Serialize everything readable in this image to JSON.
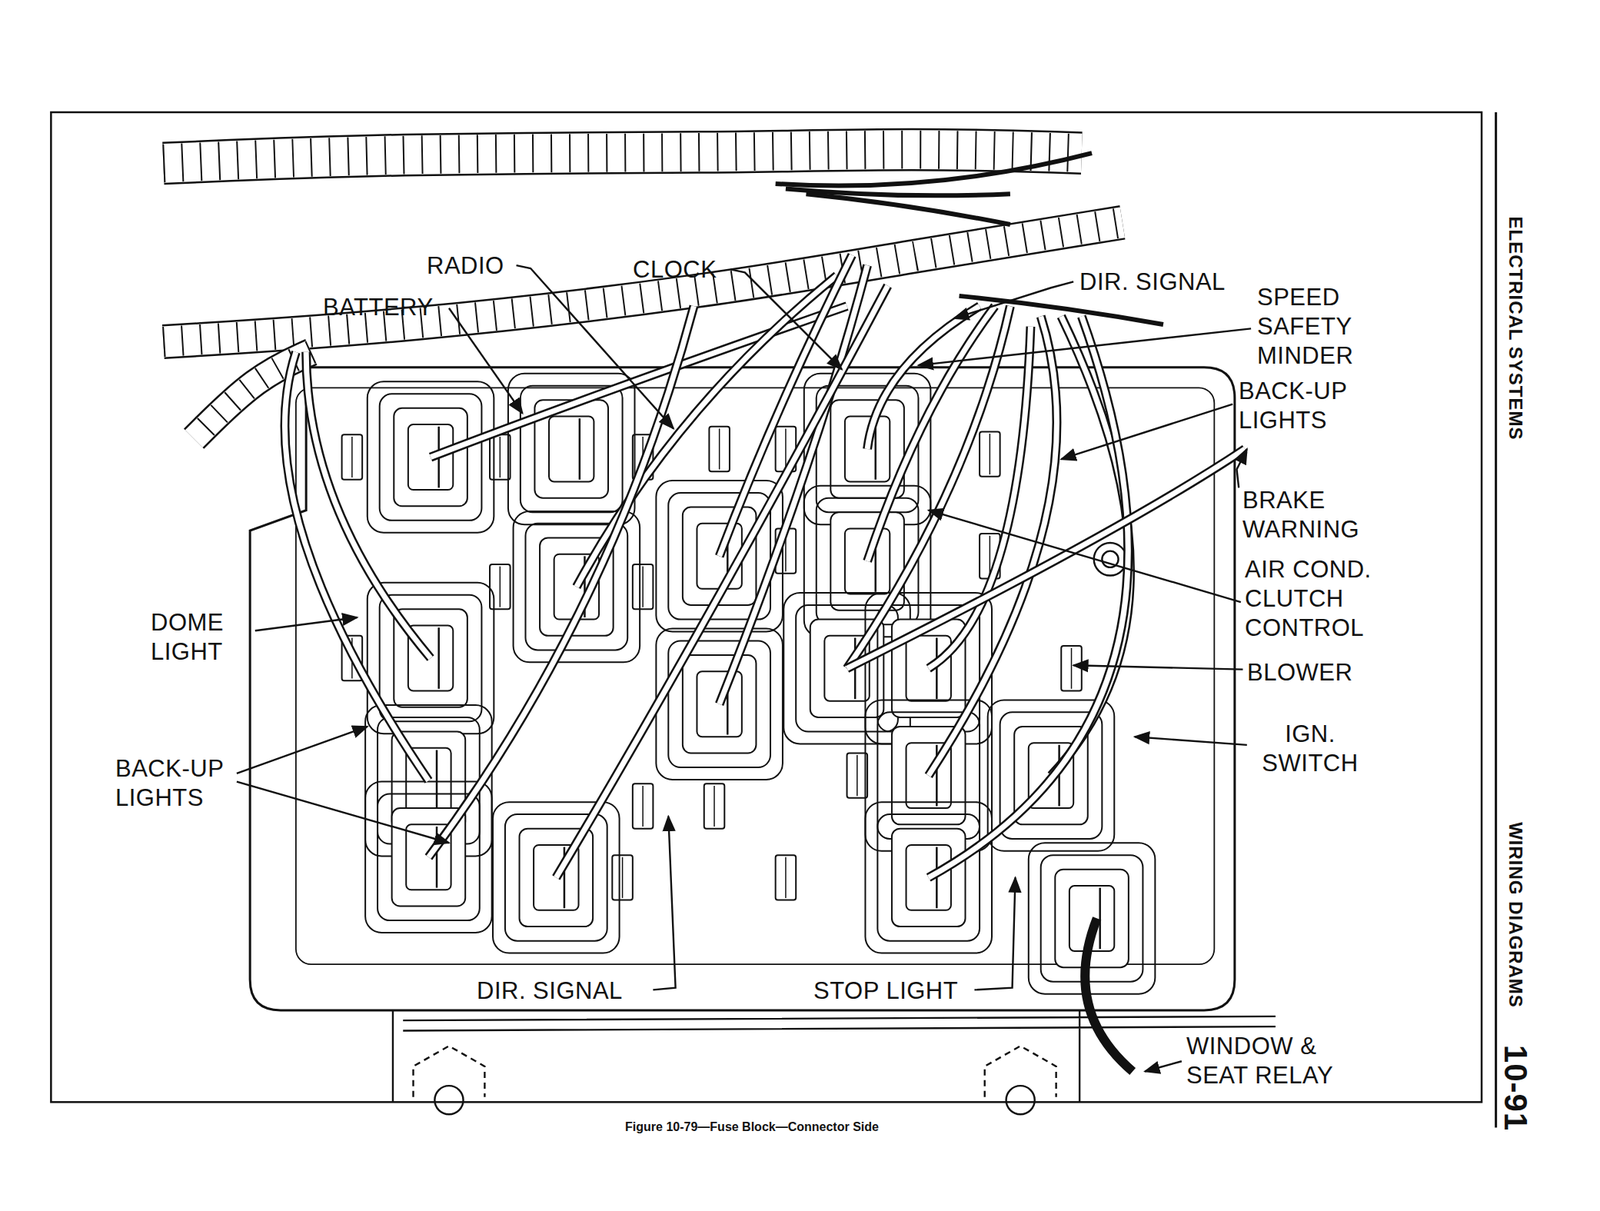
{
  "diagram": {
    "caption": "Figure 10-79—Fuse Block—Connector Side",
    "labels": [
      "RADIO",
      "CLOCK",
      "BATTERY",
      "DIR. SIGNAL",
      "SPEED SAFETY MINDER",
      "BACK-UP LIGHTS",
      "BRAKE WARNING",
      "AIR COND. CLUTCH CONTROL",
      "BLOWER",
      "IGN. SWITCH",
      "DOME LIGHT",
      "BACK-UP LIGHTS",
      "DIR. SIGNAL",
      "STOP LIGHT",
      "WINDOW & SEAT RELAY",
      "ELECTRICAL SYSTEMS",
      "WIRING DIAGRAMS",
      "10-91"
    ]
  }
}
